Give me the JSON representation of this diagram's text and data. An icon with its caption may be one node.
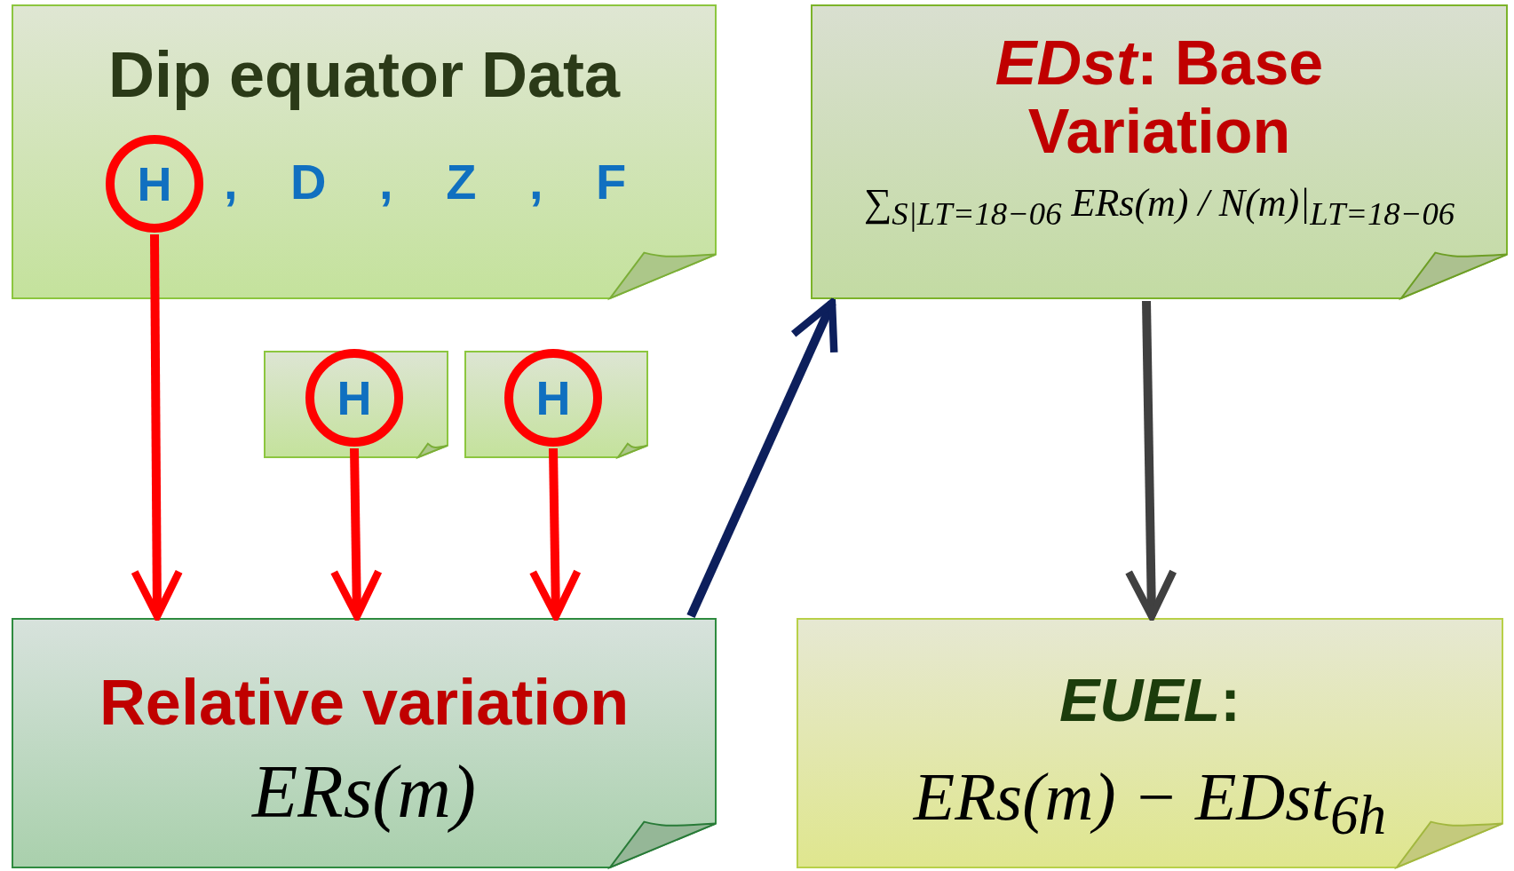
{
  "diagram": {
    "nodes": [
      {
        "text": [
          "Dip equator Data"
        ]
      },
      {
        "text": [
          "H"
        ],
        "in": 0
      },
      {
        "text": [],
        "shape": "box"
      },
      {
        "text": [
          "H"
        ],
        "in": 2
      },
      {
        "text": [],
        "shape": "box"
      },
      {
        "text": [
          "H"
        ],
        "in": 4
      },
      {
        "text": [
          "Relative variation",
          "ERs(m)"
        ]
      },
      {
        "text": [
          "*EDst*: Base Variation",
          "∑$_{S|LT=18−06}$ ERs(m) / N(m)|$_{LT=18−06}$"
        ]
      },
      {
        "text": [
          "*EUEL*:",
          "ERs(m) − EDst$_{6h}$"
        ]
      }
    ],
    "edges": [
      {
        "from": 1,
        "to": 6,
        "arrow": "to"
      },
      {
        "from": 3,
        "to": 6,
        "arrow": "to"
      },
      {
        "from": 5,
        "to": 6,
        "arrow": "to"
      },
      {
        "from": 6,
        "to": 7,
        "arrow": "to",
        "color": "#0d1f5c"
      },
      {
        "from": 7,
        "to": 8,
        "arrow": "to",
        "color": "#404040"
      }
    ],
    "labels": [
      ", D , Z , F"
    ]
  }
}
